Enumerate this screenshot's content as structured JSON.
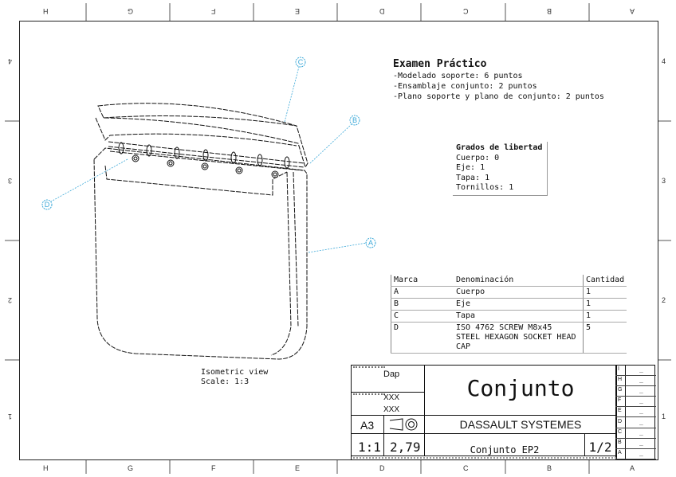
{
  "border": {
    "top_zones": [
      "H",
      "G",
      "F",
      "E",
      "D",
      "C",
      "B",
      "A"
    ],
    "bottom_zones": [
      "H",
      "G",
      "F",
      "E",
      "D",
      "C",
      "B",
      "A"
    ],
    "side_zones": [
      "4",
      "3",
      "2",
      "1"
    ]
  },
  "notes": {
    "title": "Examen Práctico",
    "lines": [
      "-Modelado soporte: 6 puntos",
      "-Ensamblaje conjunto: 2 puntos",
      "-Plano soporte y plano de conjunto: 2 puntos"
    ]
  },
  "dof": {
    "title": "Grados de libertad",
    "lines": [
      "Cuerpo: 0",
      "Eje: 1",
      "Tapa: 1",
      "Tornillos: 1"
    ]
  },
  "bom": {
    "headers": [
      "Marca",
      "Denominación",
      "Cantidad"
    ],
    "rows": [
      {
        "mark": "A",
        "name": "Cuerpo",
        "qty": "1"
      },
      {
        "mark": "B",
        "name": "Eje",
        "qty": "1"
      },
      {
        "mark": "C",
        "name": "Tapa",
        "qty": "1"
      },
      {
        "mark": "D",
        "name": "ISO 4762 SCREW M8x45 STEEL HEXAGON SOCKET HEAD CAP",
        "qty": "5"
      }
    ]
  },
  "balloons": [
    "A",
    "B",
    "C",
    "D"
  ],
  "view": {
    "name": "Isometric view",
    "scale": "Scale:  1:3"
  },
  "title_block": {
    "designed_by": "Dap",
    "checked_by": "XXX",
    "date": "XXX",
    "size": "A3",
    "scale": "1:1",
    "weight": "2,79",
    "title": "Conjunto",
    "company": "DASSAULT SYSTEMES",
    "drawing_number": "Conjunto EP2",
    "sheet": "1/2",
    "revisions": [
      "I",
      "H",
      "G",
      "F",
      "E",
      "D",
      "C",
      "B",
      "A"
    ],
    "revision_value": "_",
    "projection_icon": "first-angle-projection-icon"
  },
  "colors": {
    "balloon": "#3aa8d8",
    "line": "#111111"
  }
}
